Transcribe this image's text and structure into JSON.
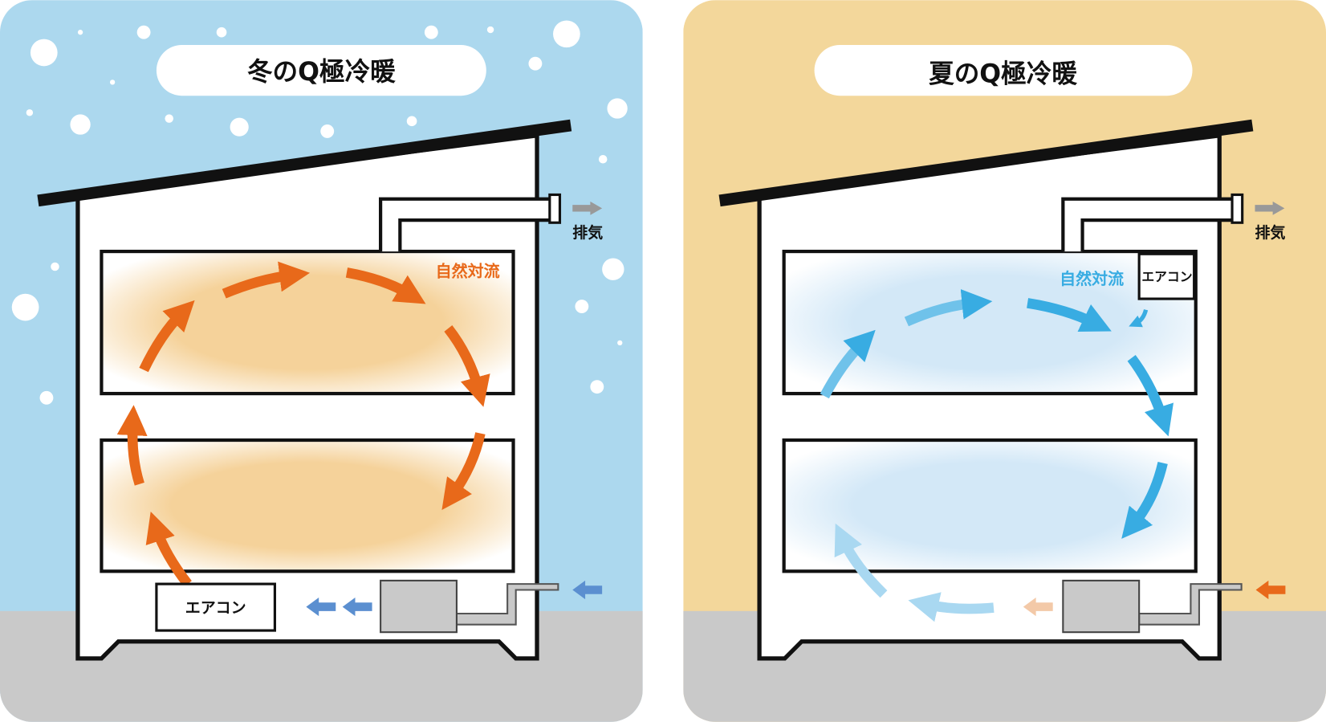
{
  "winter": {
    "title": "冬のQ極冷暖",
    "convection_label": "自然対流",
    "aircon_label": "エアコン",
    "exhaust_label": "排気",
    "arrow_color": "#e8691a",
    "room_tint": "#f5d29a",
    "background": "#acd8ee"
  },
  "summer": {
    "title": "夏のQ極冷暖",
    "convection_label": "自然対流",
    "aircon_label": "エアコン",
    "exhaust_label": "排気",
    "arrow_color": "#38ace2",
    "room_tint": "#cfe6f6",
    "background": "#f3d79b"
  }
}
